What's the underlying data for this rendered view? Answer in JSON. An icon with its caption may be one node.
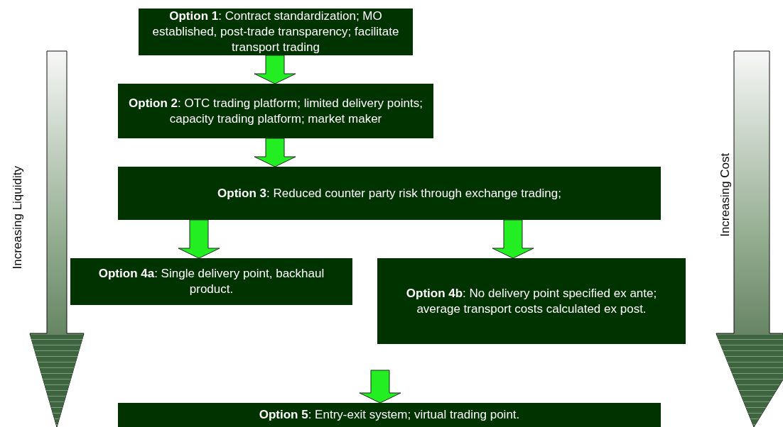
{
  "diagram": {
    "nodes": [
      {
        "text": [
          "**Option 1**: Contract standardization; MO established, post-trade transparency; facilitate transport trading"
        ]
      },
      {
        "text": [
          "**Option 2**: OTC trading platform; limited delivery points; capacity trading platform; market maker"
        ]
      },
      {
        "text": [
          "**Option 3**: Reduced counter party risk through exchange trading;"
        ]
      },
      {
        "text": [
          "**Option 4a**: Single delivery point, backhaul product."
        ]
      },
      {
        "text": [
          "**Option 4b**: No delivery point specified ex ante; average transport costs calculated ex post."
        ]
      },
      {
        "text": [
          "**Option 5**: Entry-exit system; virtual trading point."
        ]
      }
    ],
    "edges": [
      {
        "from": 0,
        "to": 1,
        "arrow": "to"
      },
      {
        "from": 1,
        "to": 2,
        "arrow": "to"
      },
      {
        "from": 2,
        "to": 3,
        "arrow": "to"
      },
      {
        "from": 2,
        "to": 4,
        "arrow": "to"
      },
      {
        "from": null,
        "to": 5,
        "arrow": "to"
      }
    ],
    "labels": [
      "Increasing Liquidity",
      "Increasing Cost"
    ]
  }
}
